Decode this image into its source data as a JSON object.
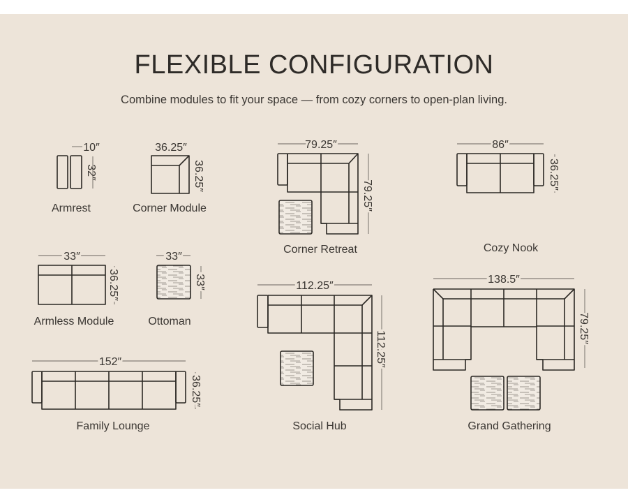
{
  "header": {
    "title": "FLEXIBLE CONFIGURATION",
    "subtitle": "Combine modules to fit your space — from cozy corners to open-plan living."
  },
  "modules": {
    "armrest": {
      "label": "Armrest",
      "width": "10″",
      "depth": "32″"
    },
    "corner_module": {
      "label": "Corner Module",
      "width": "36.25″",
      "depth": "36.25″"
    },
    "armless_module": {
      "label": "Armless Module",
      "width": "33″",
      "depth": "36.25″"
    },
    "ottoman": {
      "label": "Ottoman",
      "width": "33″",
      "depth": "33″"
    }
  },
  "configurations": {
    "family_lounge": {
      "label": "Family Lounge",
      "width": "152″",
      "depth": "36.25″"
    },
    "corner_retreat": {
      "label": "Corner Retreat",
      "width": "79.25″",
      "depth": "79.25″"
    },
    "cozy_nook": {
      "label": "Cozy Nook",
      "width": "86″",
      "depth": "36.25″"
    },
    "social_hub": {
      "label": "Social Hub",
      "width": "112.25″",
      "depth": "112.25″"
    },
    "grand_gathering": {
      "label": "Grand Gathering",
      "width": "138.5″",
      "depth": "79.25″"
    }
  },
  "colors": {
    "background": "#ede4d9",
    "line": "#2b2824",
    "text": "#2e2b28"
  }
}
